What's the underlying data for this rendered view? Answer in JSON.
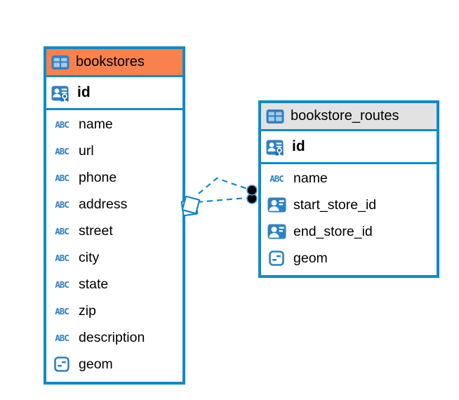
{
  "diagram": {
    "colors": {
      "table_border": "#0d8bca",
      "bookstores_header_bg": "#f8814e",
      "routes_header_bg": "#e2e2e2",
      "icon_blue": "#2e81c4",
      "relation_line": "#1287cb",
      "relation_dot": "#000000",
      "text": "#000000"
    },
    "icons": {
      "text_type_label": "ABC"
    },
    "tables": [
      {
        "name": "bookstores",
        "icon": "table-icon",
        "primary_key": {
          "name": "id",
          "icon": "person-key-icon"
        },
        "columns": [
          {
            "name": "name",
            "icon": "text-type-icon"
          },
          {
            "name": "url",
            "icon": "text-type-icon"
          },
          {
            "name": "phone",
            "icon": "text-type-icon"
          },
          {
            "name": "address",
            "icon": "text-type-icon"
          },
          {
            "name": "street",
            "icon": "text-type-icon"
          },
          {
            "name": "city",
            "icon": "text-type-icon"
          },
          {
            "name": "state",
            "icon": "text-type-icon"
          },
          {
            "name": "zip",
            "icon": "text-type-icon"
          },
          {
            "name": "description",
            "icon": "text-type-icon"
          },
          {
            "name": "geom",
            "icon": "geometry-type-icon"
          }
        ]
      },
      {
        "name": "bookstore_routes",
        "icon": "table-icon",
        "primary_key": {
          "name": "id",
          "icon": "person-key-icon"
        },
        "columns": [
          {
            "name": "name",
            "icon": "text-type-icon"
          },
          {
            "name": "start_store_id",
            "icon": "person-id-icon"
          },
          {
            "name": "end_store_id",
            "icon": "person-id-icon"
          },
          {
            "name": "geom",
            "icon": "geometry-type-icon"
          }
        ]
      }
    ],
    "relations": {
      "from_table": "bookstores",
      "to_table": "bookstore_routes",
      "line_style": "dashed",
      "line_count": 2
    }
  }
}
